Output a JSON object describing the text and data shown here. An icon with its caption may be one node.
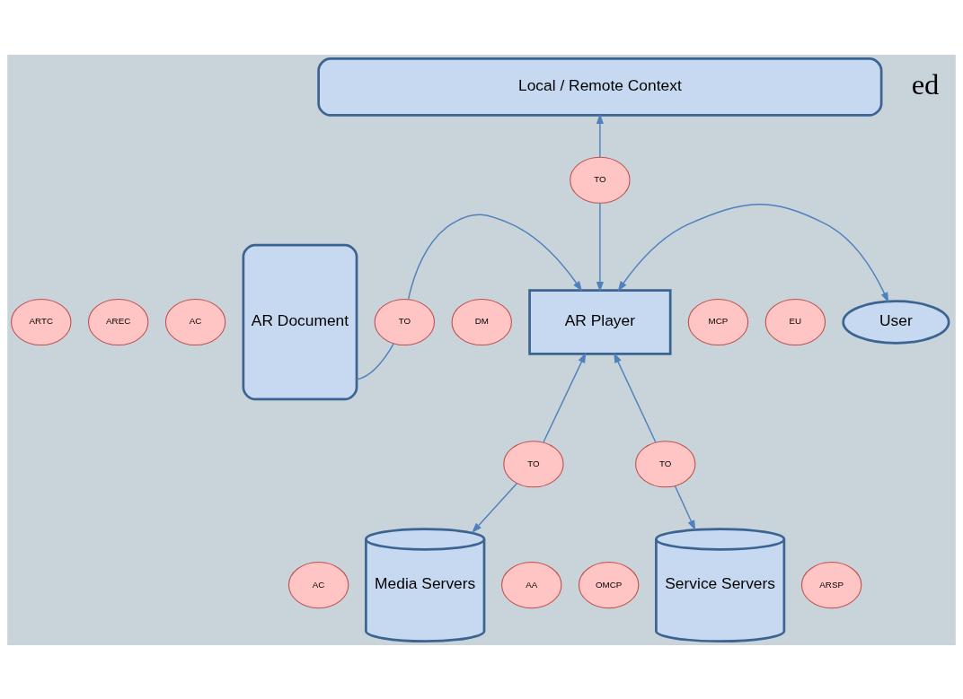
{
  "diagram": {
    "nodes": [
      {
        "text": [
          "Local / Remote Context"
        ]
      },
      {
        "text": [
          "TO"
        ]
      },
      {
        "text": [
          "ARTC"
        ]
      },
      {
        "text": [
          "AREC"
        ]
      },
      {
        "text": [
          "AC"
        ]
      },
      {
        "text": [
          "AR Document"
        ]
      },
      {
        "text": [
          "TO"
        ]
      },
      {
        "text": [
          "DM"
        ]
      },
      {
        "text": [
          "MCP"
        ]
      },
      {
        "text": [
          "AR Player"
        ]
      },
      {
        "text": [
          "EU"
        ]
      },
      {
        "text": [
          "User"
        ]
      },
      {
        "text": [
          "TO"
        ]
      },
      {
        "text": [
          "TO"
        ]
      },
      {
        "text": [
          "Media Servers"
        ]
      },
      {
        "text": [
          "AC"
        ]
      },
      {
        "text": [
          "AA"
        ]
      },
      {
        "text": [
          "Service Servers"
        ]
      },
      {
        "text": [
          "OMCP"
        ]
      },
      {
        "text": [
          "ARSP"
        ]
      }
    ],
    "edges": [
      {
        "from": 1,
        "to": 0,
        "arrow": "to"
      },
      {
        "from": 1,
        "to": 9,
        "arrow": "to"
      },
      {
        "from": 5,
        "to": 6,
        "arrow": "none"
      },
      {
        "from": 6,
        "to": 9,
        "arrow": "to"
      },
      {
        "from": 9,
        "to": 11,
        "arrow": "both"
      },
      {
        "from": 12,
        "to": 9,
        "arrow": "to"
      },
      {
        "from": 12,
        "to": 14,
        "arrow": "to"
      },
      {
        "from": 13,
        "to": 9,
        "arrow": "to"
      },
      {
        "from": 13,
        "to": 17,
        "arrow": "to"
      }
    ],
    "labels": [
      "ed"
    ]
  }
}
